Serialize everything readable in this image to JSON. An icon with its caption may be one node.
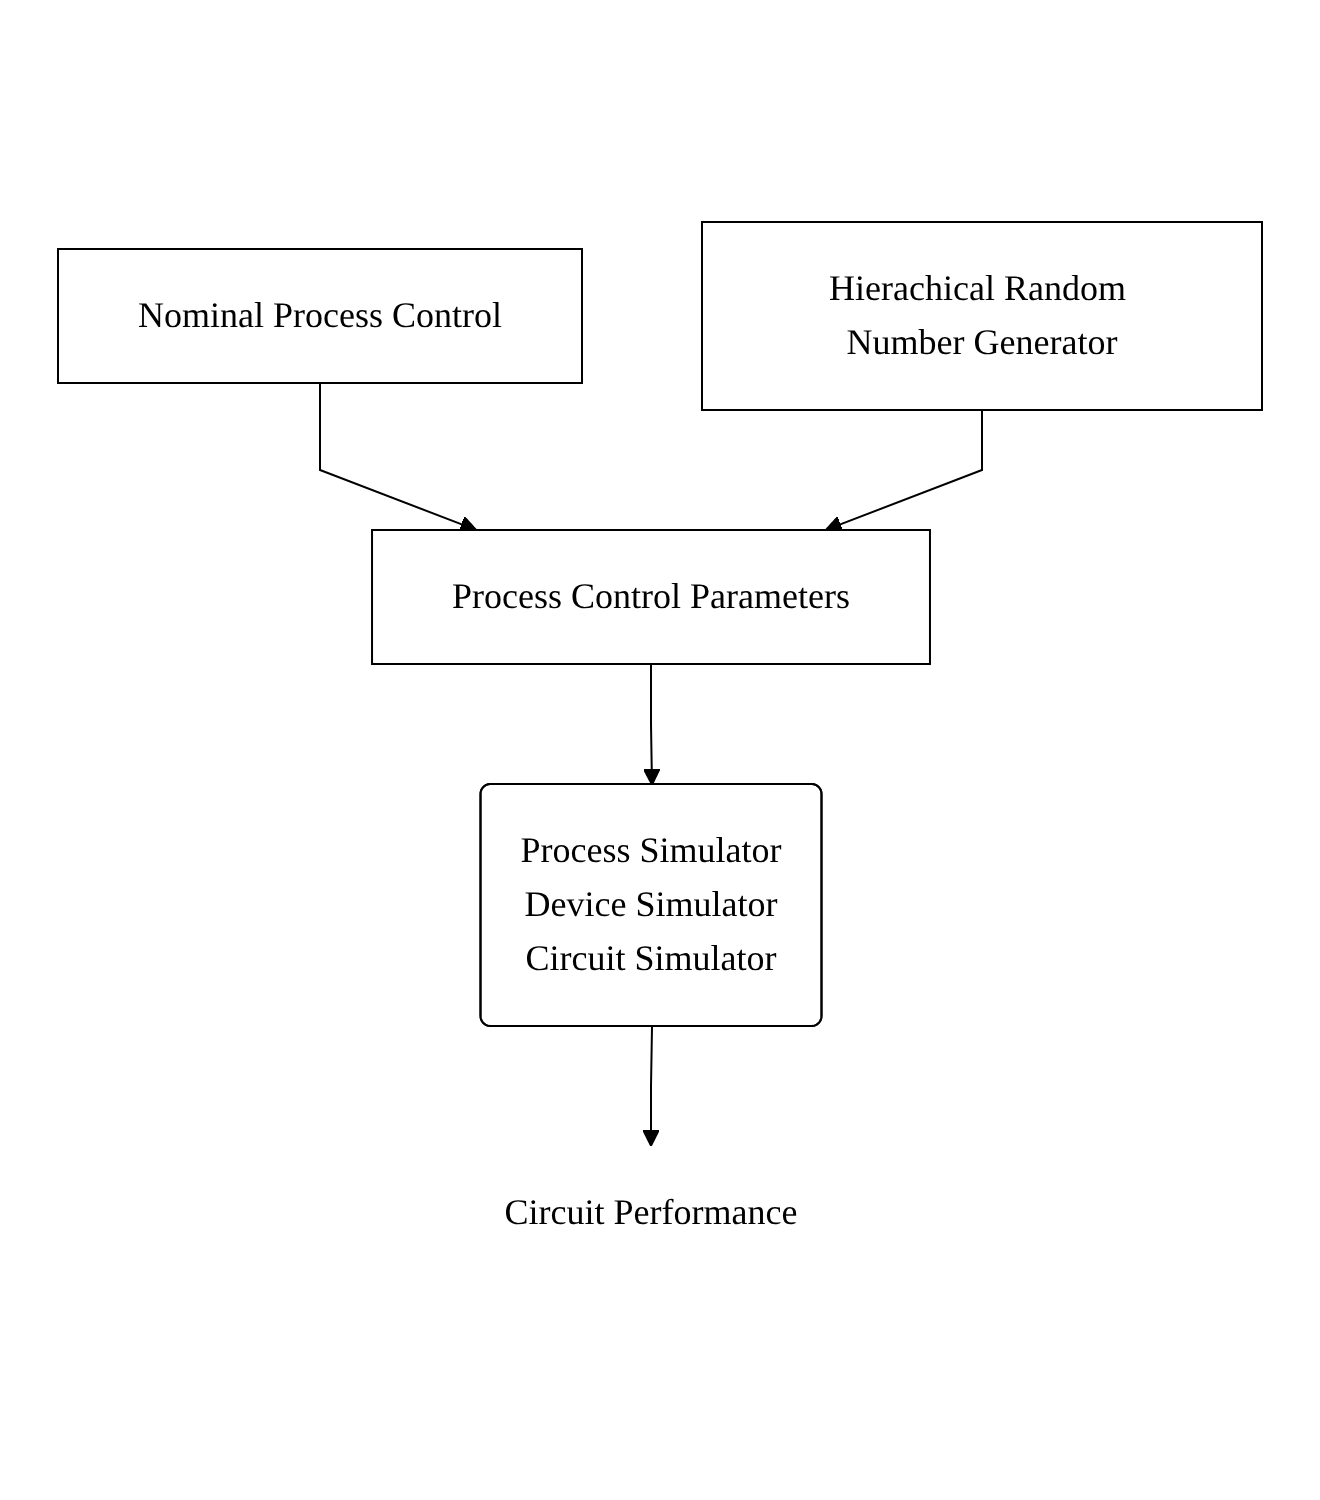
{
  "diagram": {
    "nodes": [
      {
        "text": [
          "Nominal Process Control"
        ]
      },
      {
        "text": [
          "Hierachical Random Number Generator"
        ]
      },
      {
        "text": [
          "Process Control Parameters"
        ]
      },
      {
        "text": [
          "Process Simulator",
          "Device Simulator",
          "Circuit Simulator"
        ]
      },
      {
        "text": [
          "Circuit Performance"
        ]
      }
    ],
    "edges": [
      {
        "from": 0,
        "to": 2,
        "arrow": "to"
      },
      {
        "from": 1,
        "to": 2,
        "arrow": "to"
      },
      {
        "from": 2,
        "to": 3,
        "arrow": "to"
      },
      {
        "from": 3,
        "to": 4,
        "arrow": "to"
      }
    ]
  }
}
